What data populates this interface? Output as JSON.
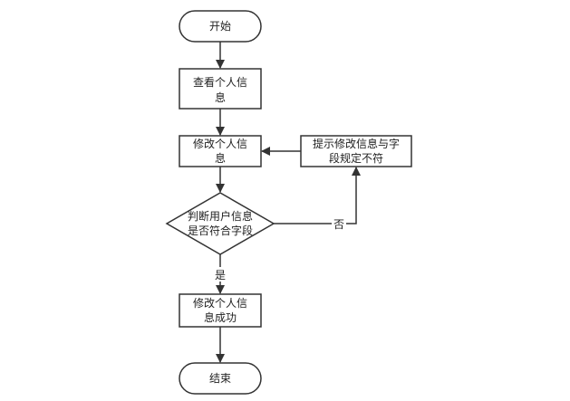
{
  "colors": {
    "stroke": "#333333",
    "fill": "#ffffff",
    "text": "#222222"
  },
  "nodes": {
    "start": {
      "text": "开始"
    },
    "view_info": {
      "line1": "查看个人信",
      "line2": "息"
    },
    "modify_info": {
      "line1": "修改个人信",
      "line2": "息"
    },
    "check": {
      "line1": "判断用户信息",
      "line2": "是否符合字段"
    },
    "prompt": {
      "line1": "提示修改信息与字",
      "line2": "段规定不符"
    },
    "success": {
      "line1": "修改个人信",
      "line2": "息成功"
    },
    "end": {
      "text": "结束"
    }
  },
  "edges": {
    "yes_label": "是",
    "no_label": "否"
  }
}
